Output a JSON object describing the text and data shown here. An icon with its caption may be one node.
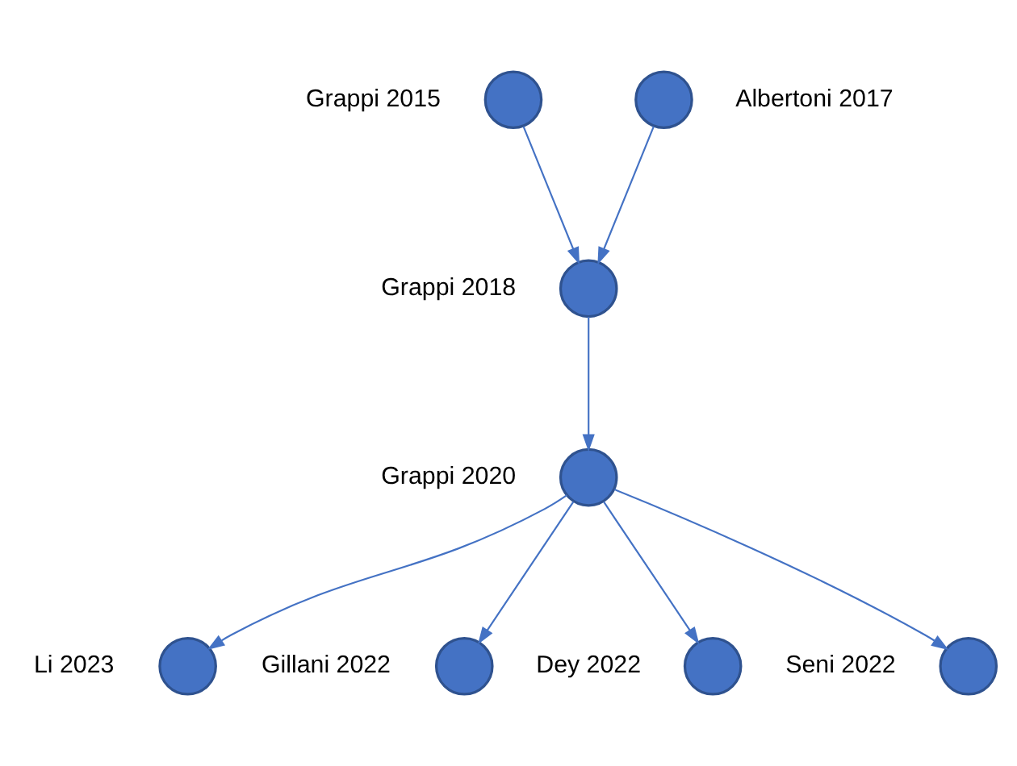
{
  "diagram": {
    "nodes": [
      {
        "text": [],
        "shape": "circle",
        "beside": [
          "Grappi 2015"
        ]
      },
      {
        "text": [],
        "shape": "circle",
        "beside": [
          "Albertoni 2017"
        ]
      },
      {
        "text": [],
        "shape": "circle",
        "beside": [
          "Grappi 2018"
        ]
      },
      {
        "text": [],
        "shape": "circle",
        "beside": [
          "Grappi 2020"
        ]
      },
      {
        "text": [],
        "shape": "circle",
        "beside": [
          "Li 2023"
        ]
      },
      {
        "text": [],
        "shape": "circle",
        "beside": [
          "Gillani 2022"
        ]
      },
      {
        "text": [],
        "shape": "circle",
        "beside": [
          "Dey 2022"
        ]
      },
      {
        "text": [],
        "shape": "circle",
        "beside": [
          "Seni 2022"
        ]
      }
    ],
    "edges": [
      {
        "from": 0,
        "to": 2,
        "arrow": "to"
      },
      {
        "from": 1,
        "to": 2,
        "arrow": "to"
      },
      {
        "from": 2,
        "to": 3,
        "arrow": "to"
      },
      {
        "from": 3,
        "to": 4,
        "arrow": "to"
      },
      {
        "from": 3,
        "to": 5,
        "arrow": "to"
      },
      {
        "from": 3,
        "to": 6,
        "arrow": "to"
      },
      {
        "from": 3,
        "to": 7,
        "arrow": "to"
      }
    ]
  }
}
